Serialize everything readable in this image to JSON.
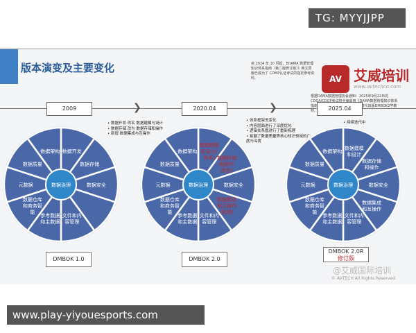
{
  "overlay": {
    "tg": "TG: MYYJJPP",
    "site": "www.play-yiyouesports.com"
  },
  "slide": {
    "title": "版本演变及主要变化",
    "note_top": "自 2024 年 10 月起，EDAMA 数据管理知识体系指南（第二版修订版）》英文原版已成为了 CDMP认证考试的指定参考资料。",
    "note_right": "根据DAMA数据管理协会通知：2025年9月22日的CDGA/CDGP考试将全面启用《DAMA数据管理知识体系指南（第二版修订版）》中文版，替代旧版DMBOK2学教材。",
    "brand": {
      "logo": "AV",
      "name": "艾威培训",
      "url": "www.avtechcn.com"
    },
    "years": [
      "2009",
      "2020.04",
      "2025.04"
    ],
    "bullets1": [
      "数据开发 改名 数据建模与设计",
      "数据存储 改为 数据存储和操作",
      "新增 数据集成与互操作"
    ],
    "bullets2": [
      "体系框架无变化",
      "内容层面进行了深度优化",
      "逻辑关系图进行了重新梳理",
      "拓展了数据质量等核心知识领域的广度与深度"
    ],
    "bullets3": [
      "持续迭代中"
    ],
    "center": "数据治理",
    "wheels": [
      {
        "version": "DMBOK 1.0",
        "segments": [
          "数据开发",
          "数据存储",
          "数据安全",
          "",
          "文件和内容管理",
          "参考数据和主数据",
          "数据仓库和商务智能",
          "元数据",
          "数据质量",
          "数据架构"
        ],
        "red": []
      },
      {
        "version": "DMBOK 2.0",
        "segments": [
          "数据建模和设计(改名)",
          "数据存储和操作(改名)",
          "数据安全",
          "数据集成和互操作(新增)",
          "文件和内容管理",
          "参考数据和主数据",
          "数据仓库和商务智能",
          "元数据",
          "数据质量",
          "数据架构"
        ],
        "red": [
          0,
          1,
          3
        ]
      },
      {
        "version": "DMBOK 2.0R",
        "version_sub": "修订版",
        "segments": [
          "数据建模和设计",
          "数据存储和操作",
          "数据安全",
          "数据集成和互操作",
          "文件和内容管理",
          "参考数据和主数据",
          "数据仓库和商务智能",
          "元数据",
          "数据质量",
          "数据架构"
        ],
        "red": []
      }
    ],
    "watermark": "@艾威国际培训",
    "copyright": "© AVTECH All Rights Reserved"
  },
  "colors": {
    "segment": "#4a67a8",
    "center": "#2f86c8",
    "red": "#c0282a",
    "title": "#2a5c9a"
  }
}
